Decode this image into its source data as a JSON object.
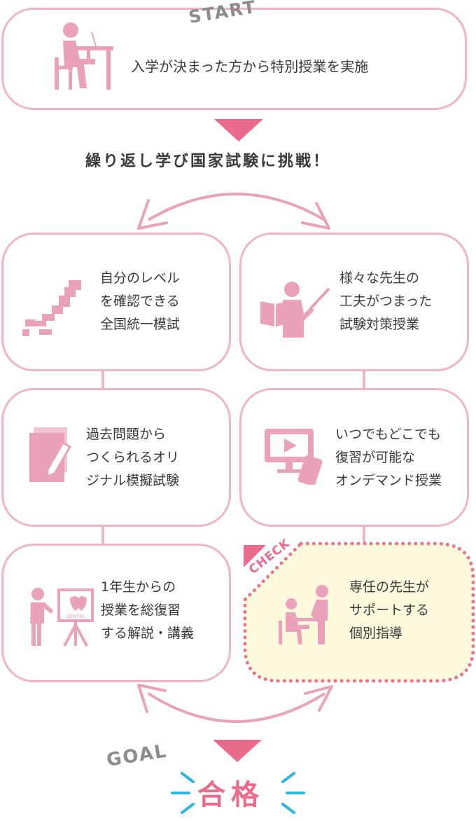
{
  "colors": {
    "accent": "#e96b8c",
    "box_border": "#eeb4c8",
    "icon": "#e9a2b9",
    "check_bg": "#fdf9dc",
    "check_dots": "#e8738f",
    "label_gray": "#8c8c8c",
    "result_cyan": "#2fb6df"
  },
  "start": {
    "label": "START",
    "text": "入学が決まった方から特別授業を実施",
    "icon": "student-desk-icon"
  },
  "headline": "繰り返し学び国家試験に挑戦！",
  "boxes": [
    {
      "lines": [
        "自分のレベル",
        "を確認できる",
        "全国統一模試"
      ],
      "icon": "japan-map-icon"
    },
    {
      "lines": [
        "様々な先生の",
        "工夫がつまった",
        "試験対策授業"
      ],
      "icon": "teacher-pointer-icon"
    },
    {
      "lines": [
        "過去問題から",
        "つくられるオリ",
        "ジナル模擬試験"
      ],
      "icon": "exam-paper-icon"
    },
    {
      "lines": [
        "いつでもどこでも",
        "復習が可能な",
        "オンデマンド授業"
      ],
      "icon": "video-device-icon"
    },
    {
      "lines": [
        "1年生からの",
        "授業を総復習",
        "する解説・講義"
      ],
      "icon": "dental-lecture-icon",
      "board_text": "DENTAL"
    },
    {
      "lines": [
        "専任の先生が",
        "サポートする",
        "個別指導"
      ],
      "icon": "individual-tutor-icon"
    }
  ],
  "check_label": "CHECK",
  "goal": {
    "label": "GOAL",
    "result": "合格"
  }
}
